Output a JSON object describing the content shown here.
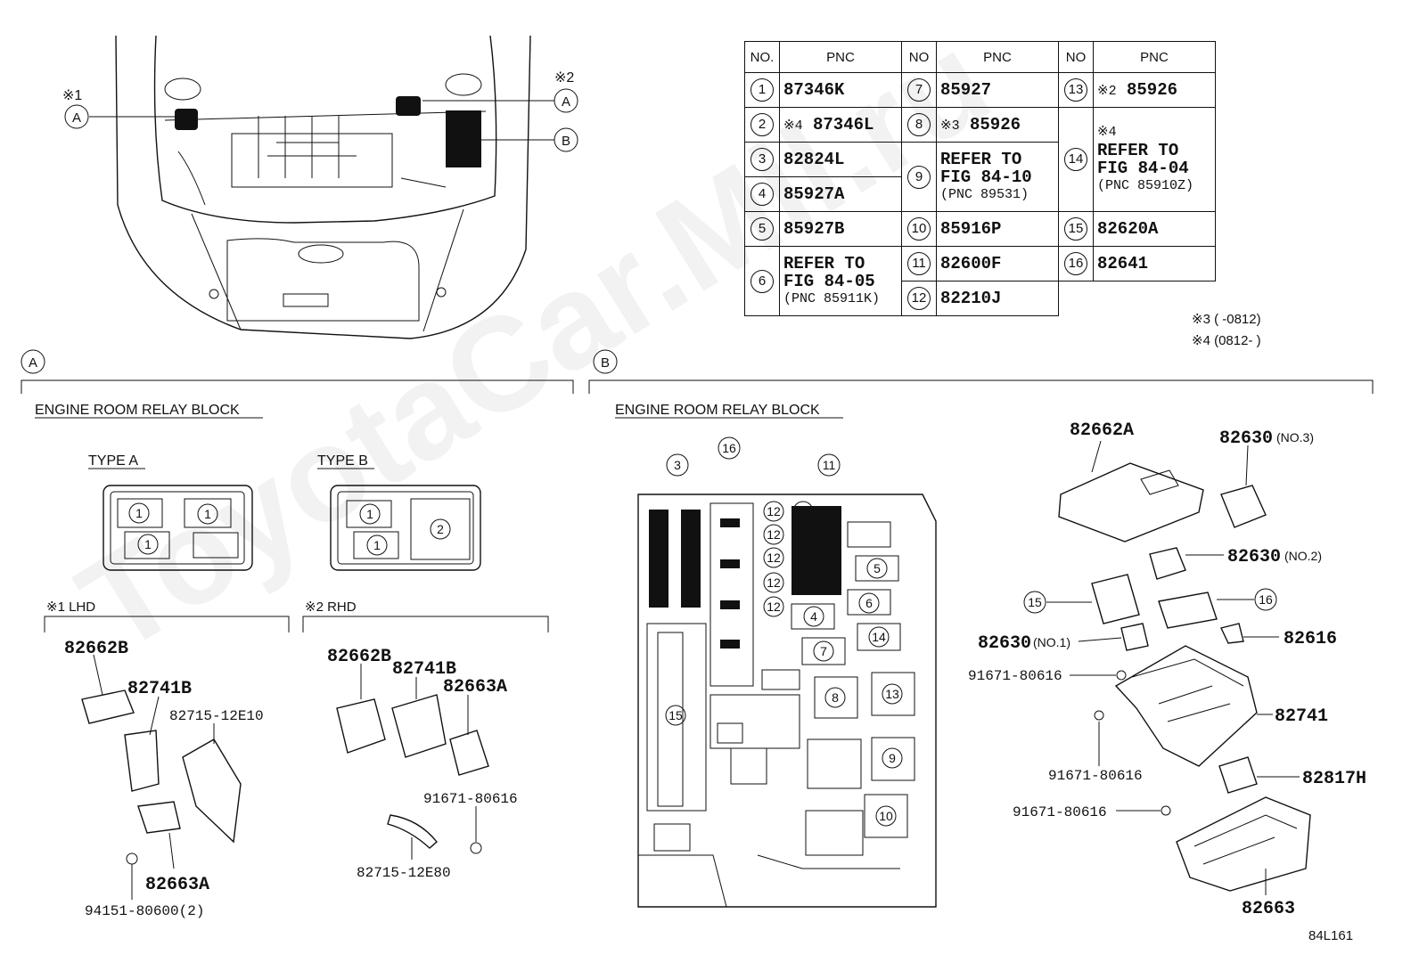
{
  "watermark": "ToyotaCar.Mil.ru",
  "table": {
    "headers": [
      "NO.",
      "PNC",
      "NO",
      "PNC",
      "NO",
      "PNC"
    ],
    "col1": [
      {
        "no": "1",
        "pnc": "87346K"
      },
      {
        "no": "2",
        "mark": "※4",
        "pnc": "87346L"
      },
      {
        "no": "3",
        "pnc": "82824L"
      },
      {
        "no": "4",
        "pnc": "85927A"
      },
      {
        "no": "5",
        "pnc": "85927B"
      },
      {
        "no": "6",
        "ref1": "REFER TO",
        "ref2": "FIG 84-05",
        "ref3": "(PNC 85911K)"
      }
    ],
    "col2": [
      {
        "no": "7",
        "pnc": "85927"
      },
      {
        "no": "8",
        "mark": "※3",
        "pnc": "85926"
      },
      {
        "no": "9",
        "ref1": "REFER TO",
        "ref2": "FIG 84-10",
        "ref3": "(PNC 89531)"
      },
      {
        "no": "10",
        "pnc": "85916P"
      },
      {
        "no": "11",
        "pnc": "82600F"
      },
      {
        "no": "12",
        "pnc": "82210J"
      }
    ],
    "col3": [
      {
        "no": "13",
        "mark": "※2",
        "pnc": "85926"
      },
      {
        "no": "14",
        "mark": "※4",
        "ref1": "REFER TO",
        "ref2": "FIG 84-04",
        "ref3": "(PNC 85910Z)"
      },
      {
        "no": "15",
        "pnc": "82620A"
      },
      {
        "no": "16",
        "pnc": "82641"
      }
    ]
  },
  "notes": {
    "n3": "※3 (      -0812)",
    "n4": "※4 (0812-      )"
  },
  "overview": {
    "mark1": "※1",
    "mark2": "※2",
    "callout_a": "A",
    "callout_b": "B"
  },
  "section_a": {
    "letter": "A",
    "title": "ENGINE ROOM RELAY BLOCK",
    "type_a": "TYPE A",
    "type_b": "TYPE B",
    "lhd": "※1  LHD",
    "rhd": "※2  RHD",
    "lhd_parts": [
      "82662B",
      "82741B",
      "82715-12E10",
      "82663A",
      "94151-80600(2)"
    ],
    "rhd_parts": [
      "82662B",
      "82741B",
      "82663A",
      "91671-80616",
      "82715-12E80"
    ]
  },
  "section_b": {
    "letter": "B",
    "title": "ENGINE ROOM RELAY BLOCK",
    "parts": {
      "p1": "82662A",
      "p2": "82630",
      "p2s": "(NO.3)",
      "p3": "82630",
      "p3s": "(NO.2)",
      "p4": "82630",
      "p4s": "(NO.1)",
      "p5": "82616",
      "p6": "91671-80616",
      "p7": "82741",
      "p8": "91671-80616",
      "p9": "82817H",
      "p10": "91671-80616",
      "p11": "82663"
    }
  },
  "figure_code": "84L161"
}
